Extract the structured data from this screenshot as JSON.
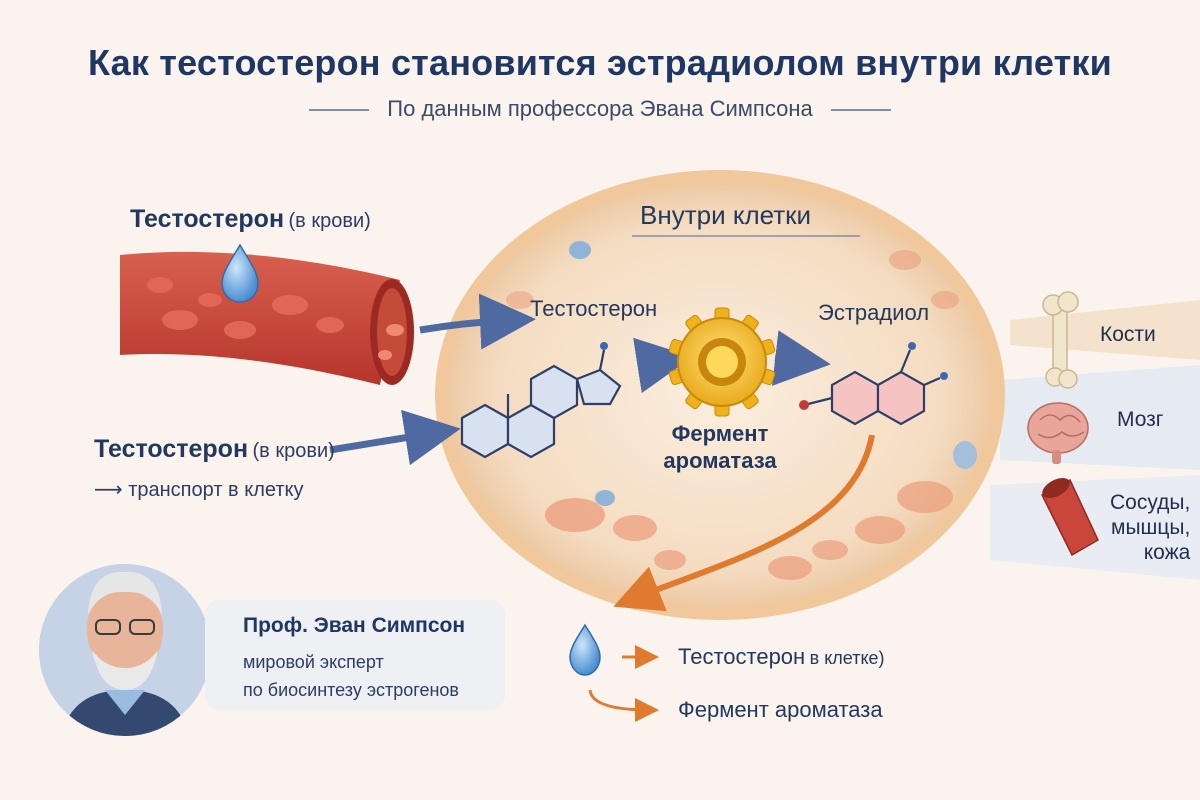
{
  "title": "Как тестостерон становится эстрадиолом внутри клетки",
  "subtitle": "По данным профессора Эвана Симпсона",
  "blood_top": {
    "name": "Тестостерон",
    "note": "(в крови)"
  },
  "blood_left": {
    "name": "Тестостерон",
    "note": "(в крови)",
    "arrow_glyph": "⟶",
    "transport": "транспорт в клетку"
  },
  "cell": {
    "heading": "Внутри клетки",
    "substrate": "Тестостерон",
    "product": "Эстрадиол",
    "enzyme_line1": "Фермент",
    "enzyme_line2": "ароматаза"
  },
  "targets": [
    {
      "label": "Кости"
    },
    {
      "label": "Мозг"
    },
    {
      "label": "Сосуды, мышцы, кожа",
      "lines": [
        "Сосуды,",
        "мышцы,",
        "кожа"
      ]
    }
  ],
  "legend": {
    "item1": {
      "name": "Тестостерон",
      "note": "в клетке)"
    },
    "item2": "Фермент ароматаза"
  },
  "expert": {
    "name": "Проф. Эван Симпсон",
    "desc_line1": "мировой эксперт",
    "desc_line2": "по биосинтезу эстрогенов"
  },
  "colors": {
    "title": "#1f3763",
    "arrow_blue": "#4f6aa0",
    "arrow_orange": "#e07a2e",
    "cell_fill": "#f3dcc0",
    "vessel": "#c8463a",
    "enzyme": "#f1b81f"
  }
}
